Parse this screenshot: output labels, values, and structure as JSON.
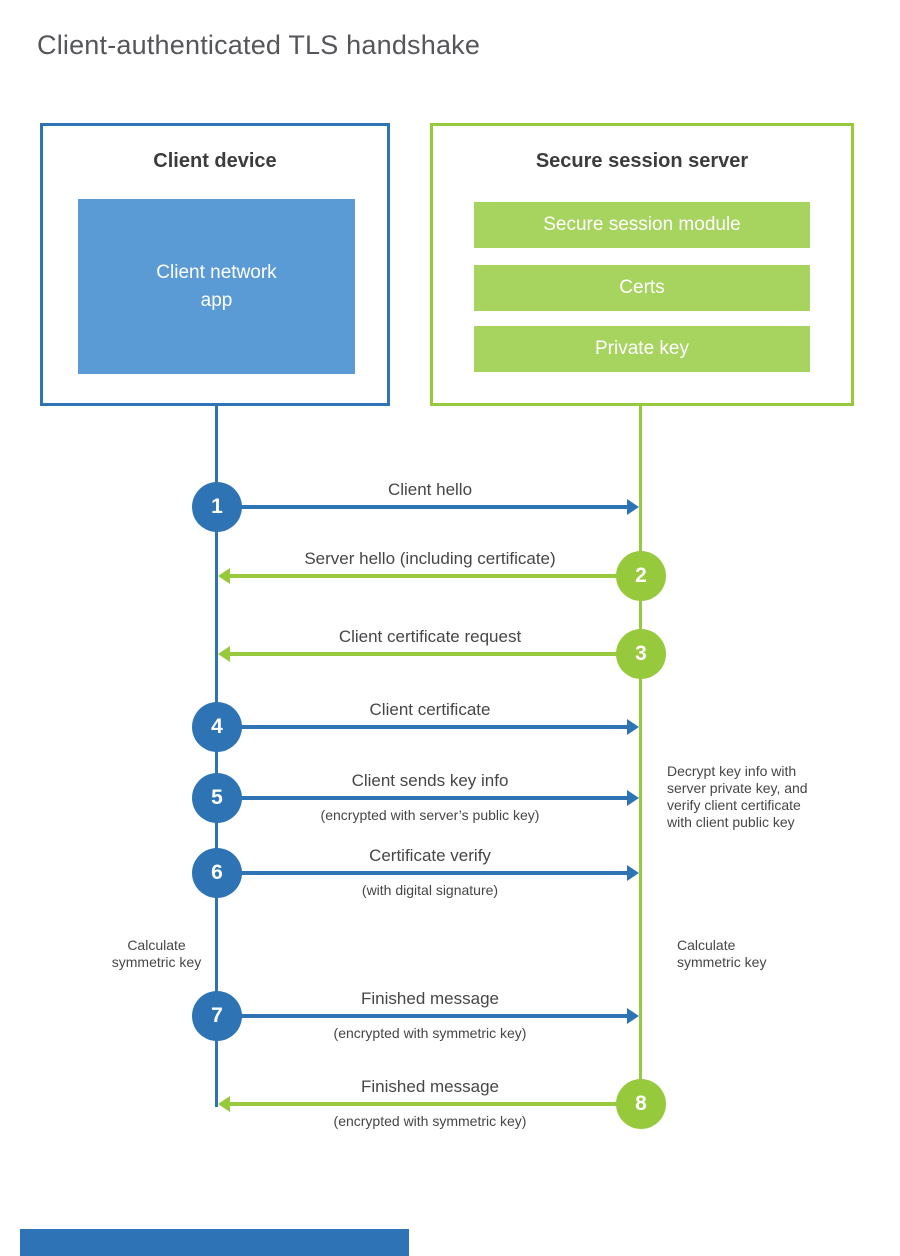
{
  "title": "Client-authenticated TLS handshake",
  "client": {
    "box_title": "Client device",
    "app_label": "Client network\napp"
  },
  "server": {
    "box_title": "Secure session server",
    "modules": [
      "Secure session module",
      "Certs",
      "Private key"
    ]
  },
  "messages": [
    {
      "num": "1",
      "from": "client",
      "label": "Client hello"
    },
    {
      "num": "2",
      "from": "server",
      "label": "Server hello (including certificate)"
    },
    {
      "num": "3",
      "from": "server",
      "label": "Client certificate request"
    },
    {
      "num": "4",
      "from": "client",
      "label": "Client certificate"
    },
    {
      "num": "5",
      "from": "client",
      "label": "Client sends key info",
      "sublabel": "(encrypted with server’s public key)"
    },
    {
      "num": "6",
      "from": "client",
      "label": "Certificate verify",
      "sublabel": "(with digital signature)"
    },
    {
      "num": "7",
      "from": "client",
      "label": "Finished message",
      "sublabel": "(encrypted with symmetric key)"
    },
    {
      "num": "8",
      "from": "server",
      "label": "Finished message",
      "sublabel": "(encrypted with symmetric key)"
    }
  ],
  "annotations": {
    "decrypt_note": "Decrypt key info with\nserver private key, and\nverify client certificate\nwith client public key",
    "calculate_left": "Calculate\nsymmetric key",
    "calculate_right": "Calculate\nsymmetric key"
  },
  "colors": {
    "blue": "#2e74b5",
    "blue_fill": "#5b9bd5",
    "green": "#97c93d",
    "green_fill": "#a7d35f"
  }
}
